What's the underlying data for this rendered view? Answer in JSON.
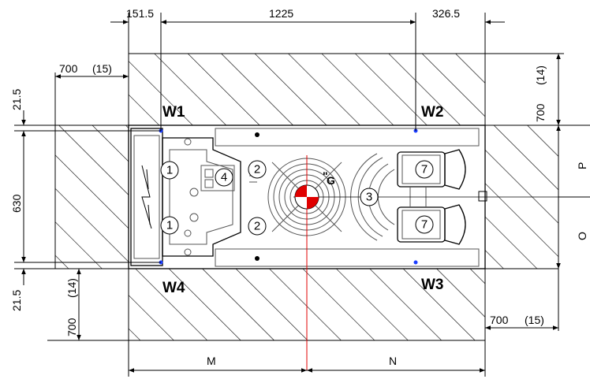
{
  "dimensions": {
    "top_left": "151.5",
    "top_mid": "1225",
    "top_right": "326.5",
    "upper_left_clear": "700",
    "upper_left_clear_ref": "(15)",
    "upper_right_clear": "700",
    "upper_right_clear_ref": "(14)",
    "left_upper_gap": "21.5",
    "left_height": "630",
    "left_lower_gap": "21.5",
    "lower_left_clear": "700",
    "lower_left_clear_ref": "(14)",
    "lower_right_clear": "700",
    "lower_right_clear_ref": "(15)",
    "bottom_left": "M",
    "bottom_right": "N",
    "right_upper": "P",
    "right_lower": "O"
  },
  "wheels": {
    "w1": "W1",
    "w2": "W2",
    "w3": "W3",
    "w4": "W4"
  },
  "center_of_gravity": "G",
  "components": {
    "c1a": "1",
    "c1b": "1",
    "c2a": "2",
    "c2b": "2",
    "c3": "3",
    "c4": "4",
    "c7a": "7",
    "c7b": "7"
  },
  "colors": {
    "line": "#000000",
    "cg_red": "#e00000",
    "wheel_point": "#1a3cff",
    "hatch": "#000000"
  }
}
